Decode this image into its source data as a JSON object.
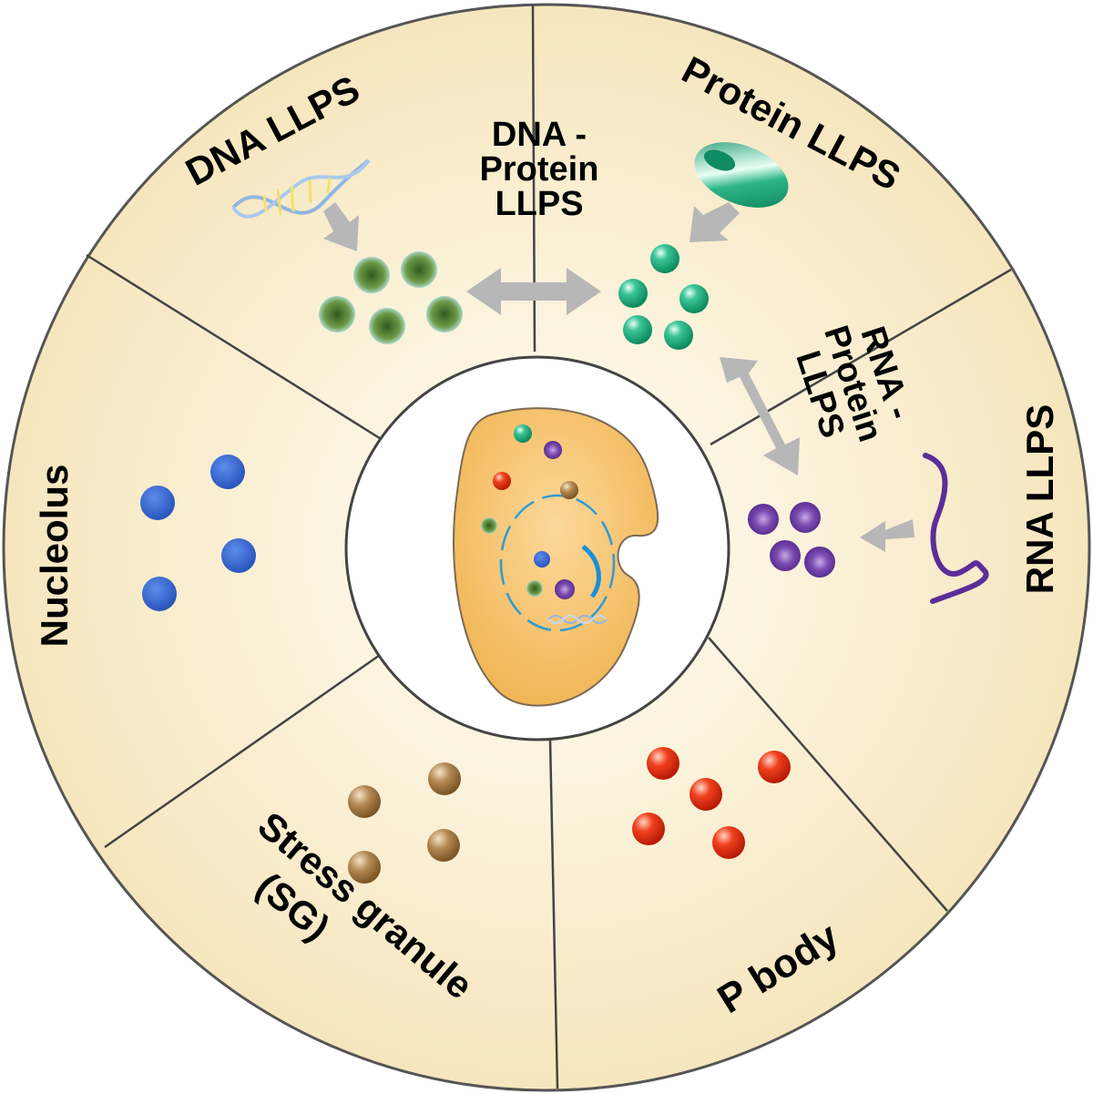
{
  "labels": {
    "dna_llps": "DNA LLPS",
    "dna_protein_line1": "DNA -",
    "dna_protein_line2": "Protein",
    "dna_protein_line3": "LLPS",
    "protein_llps": "Protein LLPS",
    "rna_protein_line1": "RNA -",
    "rna_protein_line2": "Protein",
    "rna_protein_line3": "LLPS",
    "rna_llps": "RNA LLPS",
    "nucleolus": "Nucleolus",
    "stress_granule_line1": "Stress granule",
    "stress_granule_line2": "(SG)",
    "p_body": "P body"
  },
  "colors": {
    "wheel_fill": "#f8ebc8",
    "divider": "#444444",
    "cell_fill": "#f5c26a",
    "arrow": "#b7b7b7",
    "dna_droplet": "#5e8b3a",
    "protein_droplet": "#1aa57a",
    "rna_droplet": "#6b3fa0",
    "nucleolus_droplet": "#2f5fc9",
    "stress_granule_droplet": "#9c7440",
    "p_body_droplet": "#e02a10",
    "rna_strand": "#5b2d99",
    "dna_helix": "#8fb6e3"
  },
  "icons": {
    "dna": "dna-helix-icon",
    "protein": "protein-barrel-icon",
    "rna": "rna-strand-icon",
    "cell": "cell-icon"
  }
}
